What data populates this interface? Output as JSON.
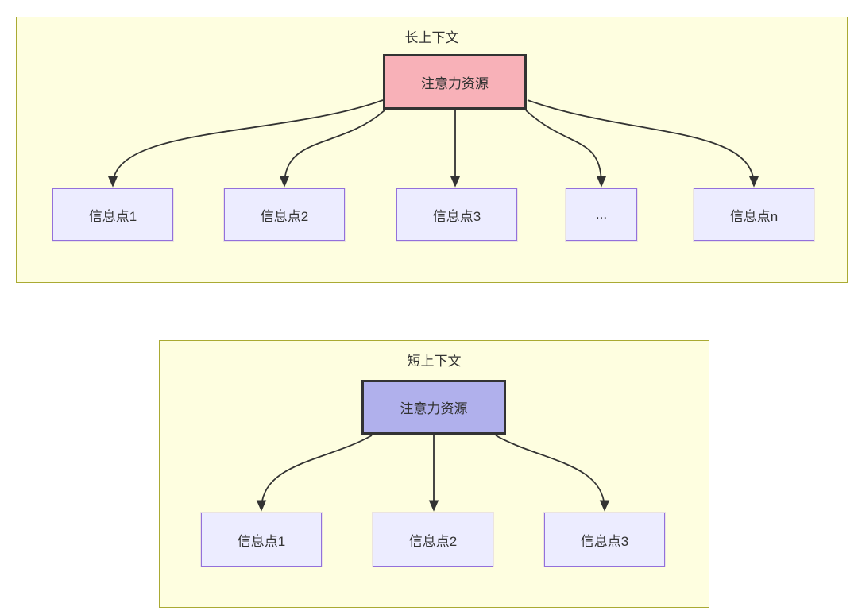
{
  "diagram": {
    "type": "flowchart",
    "sections": [
      {
        "title": "长上下文",
        "attention_label": "注意力资源",
        "nodes": [
          "信息点1",
          "信息点2",
          "信息点3",
          "...",
          "信息点n"
        ]
      },
      {
        "title": "短上下文",
        "attention_label": "注意力资源",
        "nodes": [
          "信息点1",
          "信息点2",
          "信息点3"
        ]
      }
    ],
    "colors": {
      "page-bg": "#FFFFFF",
      "container-fill": "#FEFEE0",
      "container-border": "#AAAA33",
      "attention-long-fill": "#F8B1B8",
      "attention-short-fill": "#B0B0EC",
      "attention-border": "#333333",
      "node-fill": "#ECECFF",
      "node-border": "#9370DB",
      "arrow": "#333333",
      "text": "#333333"
    }
  }
}
